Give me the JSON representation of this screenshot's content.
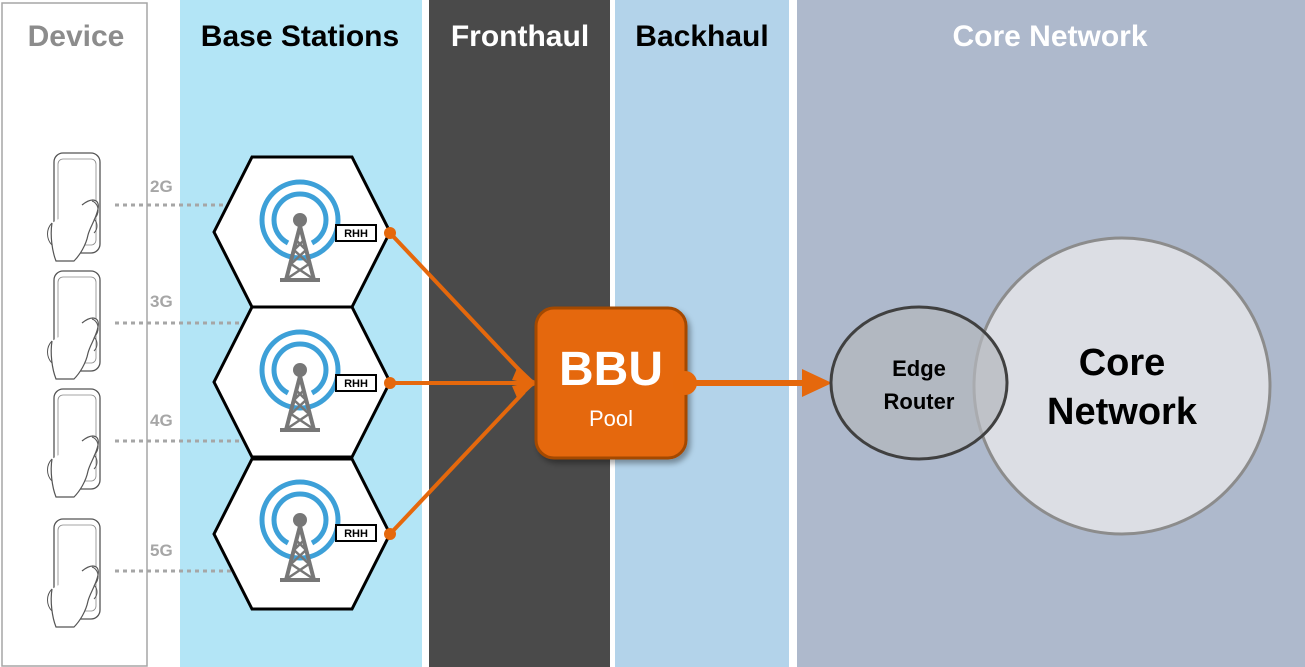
{
  "columns": {
    "device": "Device",
    "base_stations": "Base Stations",
    "fronthaul": "Fronthaul",
    "backhaul": "Backhaul",
    "core_network": "Core Network"
  },
  "devices": [
    {
      "gen": "2G"
    },
    {
      "gen": "3G"
    },
    {
      "gen": "4G"
    },
    {
      "gen": "5G"
    }
  ],
  "rhh_label": "RHH",
  "bbu": {
    "title": "BBU",
    "subtitle": "Pool"
  },
  "edge_router": {
    "line1": "Edge",
    "line2": "Router"
  },
  "core": {
    "line1": "Core",
    "line2": "Network"
  },
  "colors": {
    "base_stations_bg": "#b3e5f6",
    "fronthaul_bg": "#4a4a4a",
    "backhaul_bg": "#b3d3ea",
    "core_bg": "#aeb9cc",
    "orange": "#e5680c",
    "antenna_blue": "#3da0d8",
    "tower_gray": "#777777",
    "device_title": "#8c8c8c"
  }
}
